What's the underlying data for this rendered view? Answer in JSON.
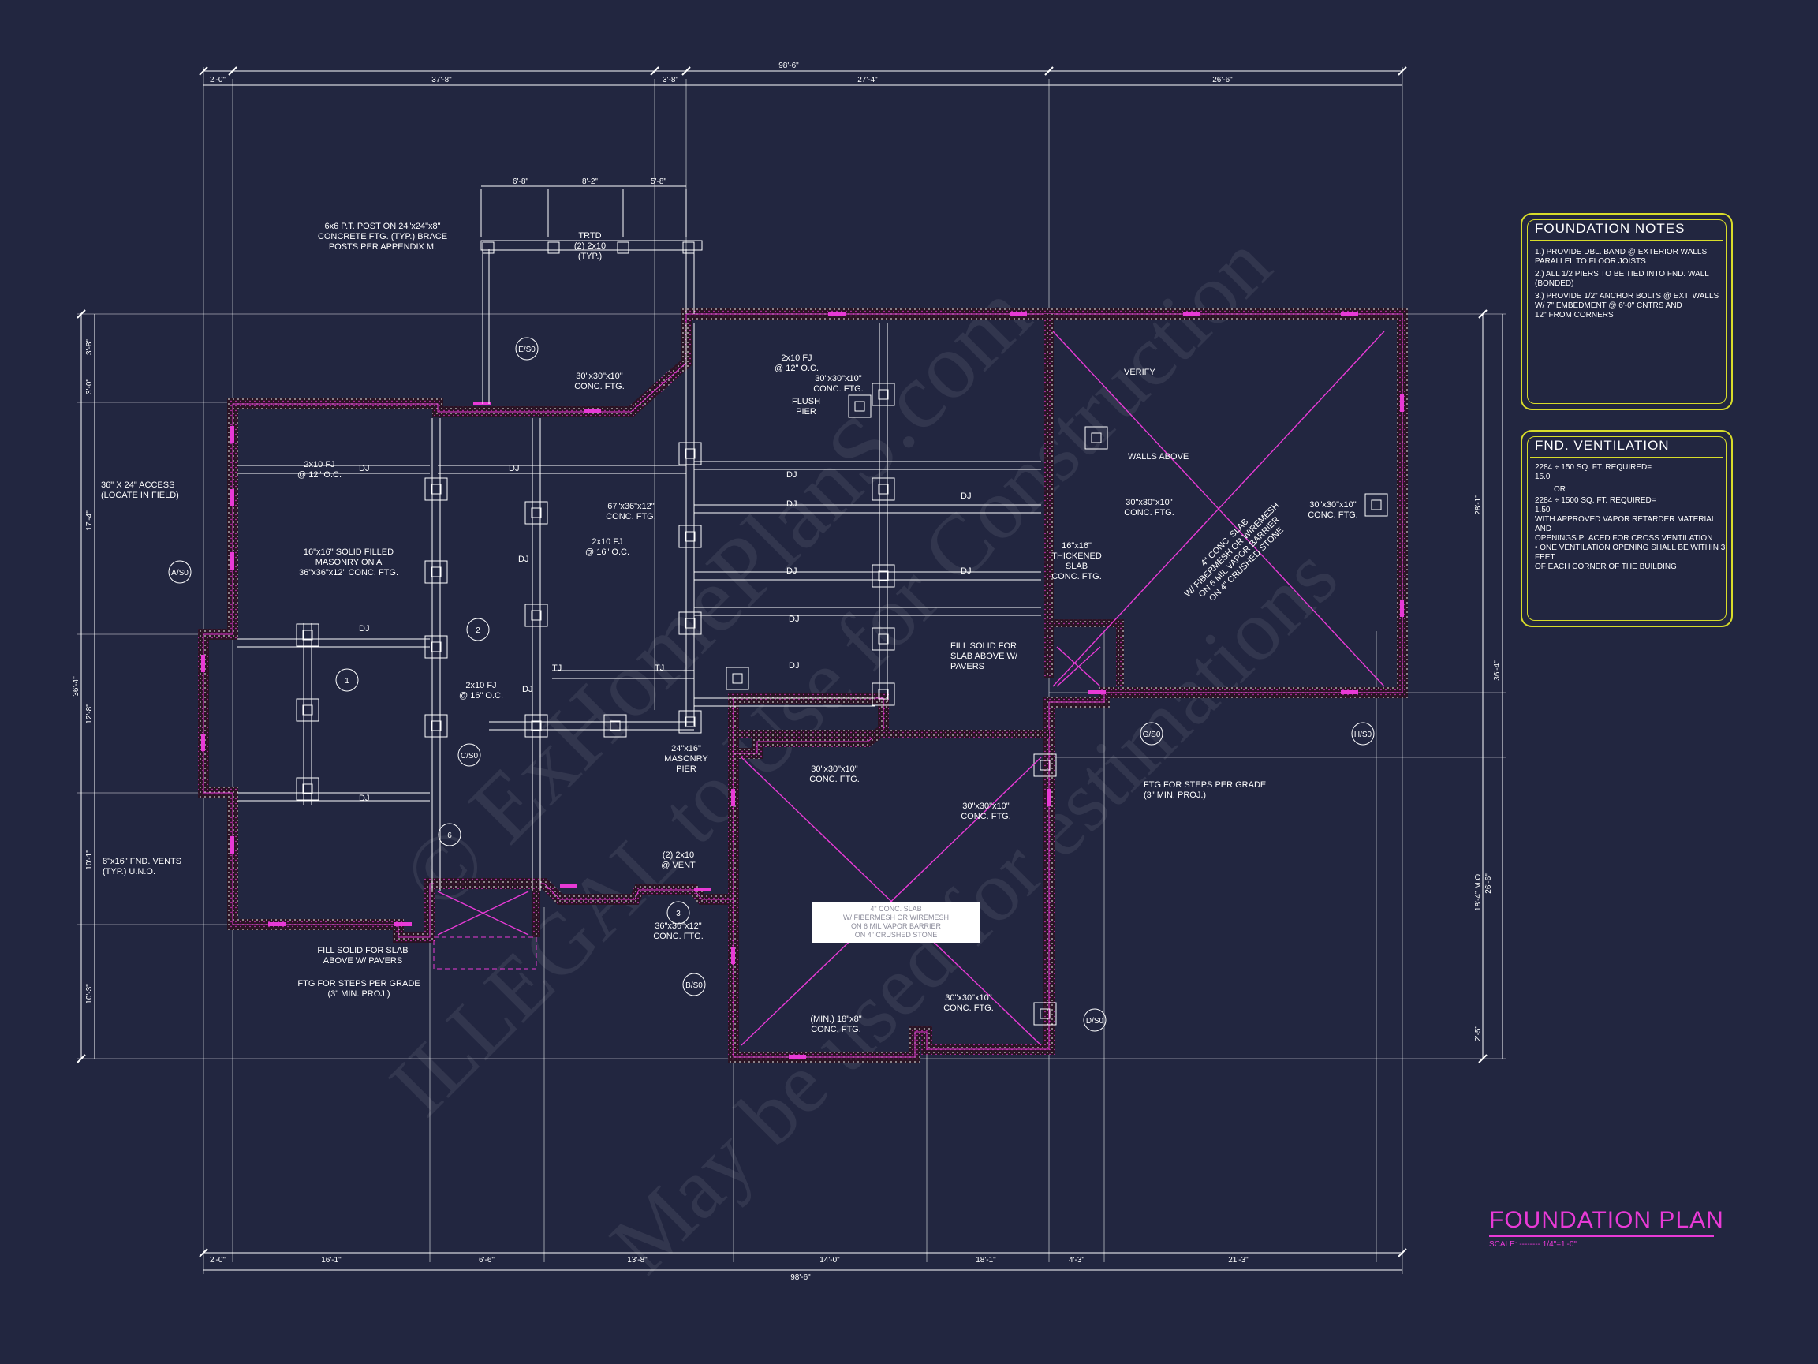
{
  "title": "FOUNDATION PLAN",
  "scale": "SCALE: -------- 1/4\"=1'-0\"",
  "colors": {
    "background": "#222640",
    "wall": "#e83ad6",
    "lines": "#ffffff",
    "notes_frame": "#d8dc2a"
  },
  "watermark": [
    "© ExHomePlanS.com",
    "ILLEGAL to Use for Construction",
    "May be used for estimations"
  ],
  "foundation_notes": {
    "title": "FOUNDATION NOTES",
    "items": [
      "1.) PROVIDE DBL. BAND @ EXTERIOR WALLS\n     PARALLEL TO FLOOR JOISTS",
      "2.) ALL 1/2 PIERS TO BE TIED INTO FND. WALL\n     (BONDED)",
      "3.) PROVIDE 1/2\" ANCHOR BOLTS @ EXT. WALLS\n     W/ 7\" EMBEDMENT @ 6'-0\" CNTRS AND\n     12\" FROM CORNERS"
    ]
  },
  "fnd_ventilation": {
    "title": "FND. VENTILATION",
    "items": [
      "2284 ÷ 150 SQ. FT. REQUIRED=\n15.0",
      "OR",
      "2284 ÷ 1500 SQ. FT. REQUIRED=\n1.50\nWITH APPROVED VAPOR RETARDER MATERIAL AND\nOPENINGS PLACED FOR CROSS VENTILATION",
      "• ONE VENTILATION OPENING SHALL BE WITHIN 3 FEET\n  OF EACH CORNER OF THE BUILDING"
    ]
  },
  "top_dims": [
    "2'-0\"",
    "37'-8\"",
    "3'-8\"",
    "27'-4\"",
    "26'-6\""
  ],
  "overall_dim": "98'-6\"",
  "deck_dims": [
    "6'-8\"",
    "8'-2\"",
    "5'-8\""
  ],
  "bottom_dims": [
    "2'-0\"",
    "16'-1\"",
    "6'-6\"",
    "13'-8\"",
    "14'-0\"",
    "18'-1\"",
    "4'-3\"",
    "21'-3\""
  ],
  "left_dims": [
    "3'-8\"",
    "3'-0\"",
    "17'-4\"",
    "12'-8\"",
    "10'-1\"",
    "10'-3\"",
    "36'-4\""
  ],
  "right_dims": [
    "28'-1\"",
    "36'-4\"",
    "18'-4\" M.O.",
    "26'-6\"",
    "2'-5\""
  ],
  "slab_callout": "4\" CONC. SLAB\nW/ FIBERMESH OR WIREMESH\nON 6 MIL VAPOR BARRIER\nON 4\" CRUSHED STONE",
  "labels": {
    "post": "6x6 P.T. POST ON 24\"x24\"x8\"\nCONCRETE FTG. (TYP.) BRACE\nPOSTS PER APPENDIX M.",
    "trtd": "TRTD\n(2) 2x10\n(TYP.)",
    "access": "36\" X 24\" ACCESS\n(LOCATE IN FIELD)",
    "masonry": "16\"x16\" SOLID FILLED\nMASONRY ON A\n36\"x36\"x12\" CONC. FTG.",
    "vents": "8\"x16\" FND. VENTS\n(TYP.) U.N.O.",
    "fill1": "FILL SOLID FOR SLAB\nABOVE W/ PAVERS",
    "steps1": "FTG FOR STEPS PER GRADE\n(3\" MIN. PROJ.)",
    "fill2": "FILL SOLID FOR\nSLAB ABOVE W/\nPAVERS",
    "steps2": "FTG FOR STEPS PER GRADE\n(3\" MIN. PROJ.)",
    "walls_above": "WALLS ABOVE",
    "thickened": "16\"x16\"\nTHICKENED\nSLAB\nCONC. FTG.",
    "pier24": "24\"x16\"\nMASONRY\nPIER",
    "flush": "FLUSH\nPIER",
    "conc1": "30\"x30\"x10\"\nCONC. FTG.",
    "conc2": "67\"x36\"x12\"\nCONC. FTG.",
    "conc3": "30\"x30\"x10\"\nCONC. FTG.",
    "conc4": "30\"x30\"x10\"\nCONC. FTG.",
    "conc5": "30\"x30\"x10\"\nCONC. FTG.",
    "conc6": "30\"x30\"x10\"\nCONC. FTG.",
    "conc7": "30\"x30\"x10\"\nCONC. FTG.",
    "conc8": "30\"x30\"x10\"\nCONC. FTG.",
    "conc9": "(MIN.) 18\"x8\"\nCONC. FTG.",
    "conc10": "36\"x36\"x12\"\nCONC. FTG.",
    "fj1": "2x10 FJ\n@ 12\" O.C.",
    "fj2": "2x10 FJ\n@ 16\" O.C.",
    "fj3": "2x10 FJ\n@ 16\" O.C.",
    "fj4": "2x10 FJ\n@ 12\" O.C.",
    "vent2": "(2) 2x10\n@ VENT",
    "conc_slab_right": "4\" CONC. SLAB\nW/ FIBERMESH OR WIREMESH\nON 6 MIL VAPOR BARRIER\nON 4\" CRUSHED STONE",
    "verify": "VERIFY",
    "dj": "DJ",
    "tj": "TJ"
  },
  "bubbles": [
    "A/S0",
    "B/S0",
    "C/S0",
    "D/S0",
    "E/S0",
    "G/S0",
    "H/S0",
    "1",
    "2",
    "3",
    "6"
  ]
}
